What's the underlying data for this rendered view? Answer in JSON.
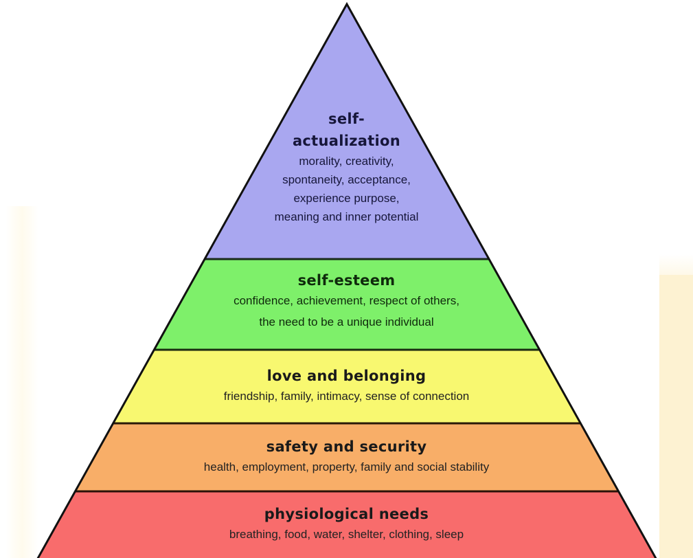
{
  "diagram": {
    "type": "pyramid",
    "topic": "Maslow's hierarchy of needs",
    "stroke_color": "#111111",
    "layers": [
      {
        "title_lines": [
          "self-",
          "actualization"
        ],
        "description_lines": [
          "morality, creativity,",
          "spontaneity, acceptance,",
          "experience purpose,",
          "meaning and inner potential"
        ],
        "color": "#a9a7f0"
      },
      {
        "title_lines": [
          "self-esteem"
        ],
        "description_lines": [
          "confidence, achievement, respect of others,",
          "the need to be a unique individual"
        ],
        "color": "#7ef06a"
      },
      {
        "title_lines": [
          "love and belonging"
        ],
        "description_lines": [
          "friendship, family, intimacy, sense of connection"
        ],
        "color": "#f8f870"
      },
      {
        "title_lines": [
          "safety and security"
        ],
        "description_lines": [
          "health, employment, property, family and social stability"
        ],
        "color": "#f8ae68"
      },
      {
        "title_lines": [
          "physiological needs"
        ],
        "description_lines": [
          "breathing, food, water, shelter, clothing, sleep"
        ],
        "color": "#f86c6c"
      }
    ]
  }
}
